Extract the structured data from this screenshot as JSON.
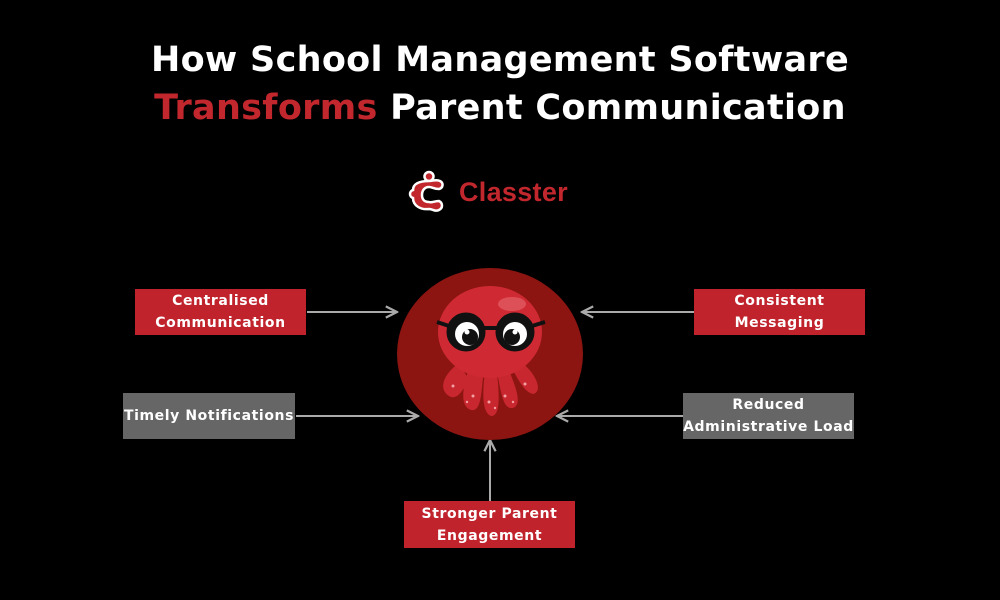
{
  "title": {
    "line1": "How School Management Software",
    "line2_accent": "Transforms",
    "line2_rest": " Parent Communication"
  },
  "logo": {
    "icon": "classter-logo-icon",
    "text": "Classter"
  },
  "center": {
    "icon": "octopus-mascot-with-glasses-icon",
    "fill": "#8c1512"
  },
  "colors": {
    "background": "#000000",
    "accent_red": "#c1272d",
    "box_red": "#c1232d",
    "box_gray": "#666666",
    "arrow": "#aaaaaa"
  },
  "nodes": [
    {
      "id": "centralised",
      "line1": "Centralised",
      "line2": "Communication",
      "style": "red",
      "position": "top-left"
    },
    {
      "id": "consistent",
      "line1": "Consistent",
      "line2": "Messaging",
      "style": "red",
      "position": "top-right"
    },
    {
      "id": "timely",
      "line1": "Timely Notifications",
      "line2": "",
      "style": "gray",
      "position": "middle-left"
    },
    {
      "id": "reduced",
      "line1": "Reduced",
      "line2": "Administrative Load",
      "style": "gray",
      "position": "middle-right"
    },
    {
      "id": "stronger",
      "line1": "Stronger Parent",
      "line2": "Engagement",
      "style": "red",
      "position": "bottom"
    }
  ]
}
